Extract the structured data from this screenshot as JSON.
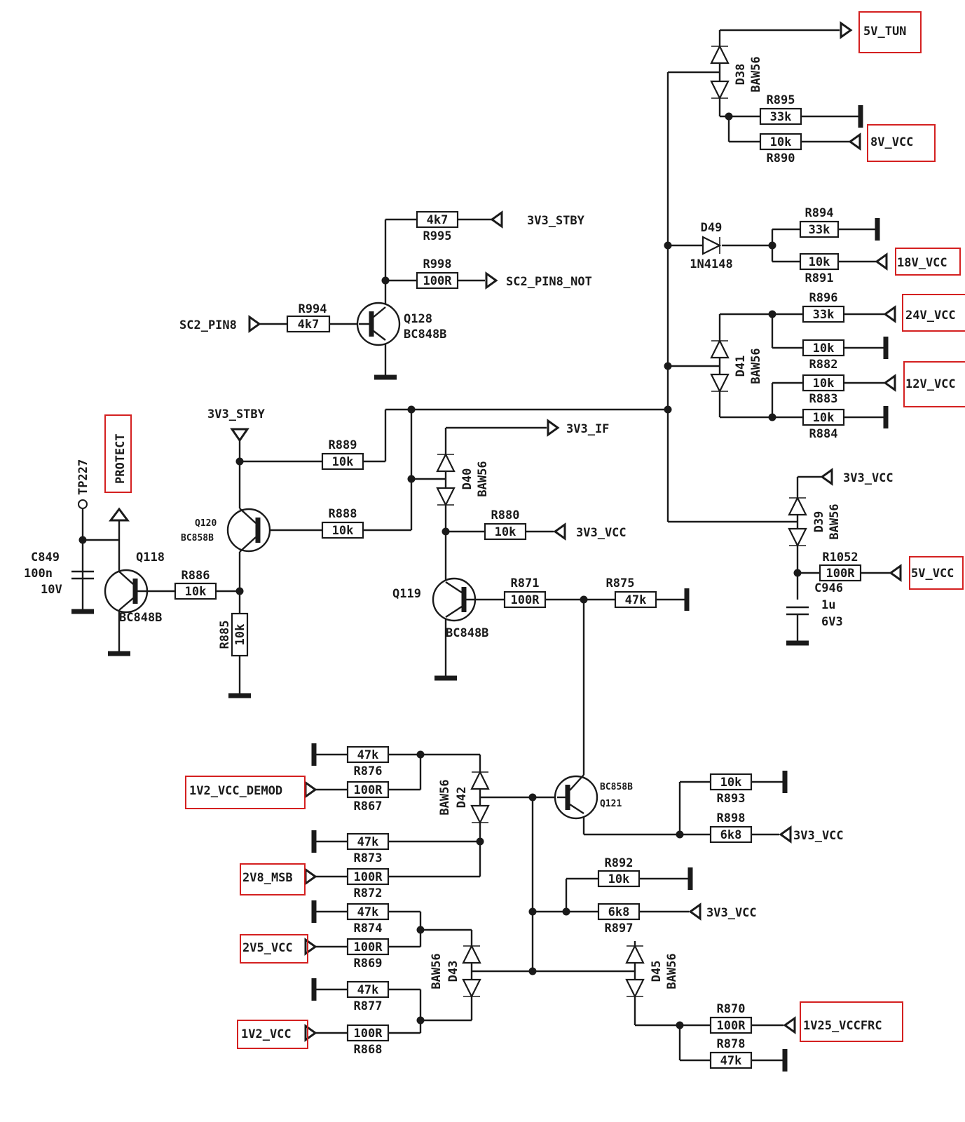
{
  "nets": {
    "5v_tun": "5V_TUN",
    "8v_vcc": "8V_VCC",
    "18v_vcc": "18V_VCC",
    "24v_vcc": "24V_VCC",
    "12v_vcc": "12V_VCC",
    "3v3_vcc": "3V3_VCC",
    "5v_vcc": "5V_VCC",
    "3v3_stby": "3V3_STBY",
    "sc2_pin8_not": "SC2_PIN8_NOT",
    "sc2_pin8": "SC2_PIN8",
    "3v3_if": "3V3_IF",
    "protect": "PROTECT",
    "tp227": "TP227",
    "1v2_vcc_demod": "1V2_VCC_DEMOD",
    "2v8_msb": "2V8_MSB",
    "2v5_vcc": "2V5_VCC",
    "1v2_vcc": "1V2_VCC",
    "1v25_vccfrc": "1V25_VCCFRC"
  },
  "resistors": {
    "r895": {
      "ref": "R895",
      "value": "33k"
    },
    "r890": {
      "ref": "R890",
      "value": "10k"
    },
    "r894": {
      "ref": "R894",
      "value": "33k"
    },
    "r891": {
      "ref": "R891",
      "value": "10k"
    },
    "r896": {
      "ref": "R896",
      "value": "33k"
    },
    "r882": {
      "ref": "R882",
      "value": "10k"
    },
    "r883": {
      "ref": "R883",
      "value": "10k"
    },
    "r884": {
      "ref": "R884",
      "value": "10k"
    },
    "r995": {
      "ref": "R995",
      "value": "4k7"
    },
    "r998": {
      "ref": "R998",
      "value": "100R"
    },
    "r994": {
      "ref": "R994",
      "value": "4k7"
    },
    "r889": {
      "ref": "R889",
      "value": "10k"
    },
    "r888": {
      "ref": "R888",
      "value": "10k"
    },
    "r880": {
      "ref": "R880",
      "value": "10k"
    },
    "r886": {
      "ref": "R886",
      "value": "10k"
    },
    "r885": {
      "ref": "R885",
      "value": "10k"
    },
    "r871": {
      "ref": "R871",
      "value": "100R"
    },
    "r875": {
      "ref": "R875",
      "value": "47k"
    },
    "r1052": {
      "ref": "R1052",
      "value": "100R"
    },
    "r876": {
      "ref": "R876",
      "value": "47k"
    },
    "r867": {
      "ref": "R867",
      "value": "100R"
    },
    "r873": {
      "ref": "R873",
      "value": "47k"
    },
    "r872": {
      "ref": "R872",
      "value": "100R"
    },
    "r874": {
      "ref": "R874",
      "value": "47k"
    },
    "r869": {
      "ref": "R869",
      "value": "100R"
    },
    "r877": {
      "ref": "R877",
      "value": "47k"
    },
    "r868": {
      "ref": "R868",
      "value": "100R"
    },
    "r893": {
      "ref": "R893",
      "value": "10k"
    },
    "r898": {
      "ref": "R898",
      "value": "6k8"
    },
    "r892": {
      "ref": "R892",
      "value": "10k"
    },
    "r897": {
      "ref": "R897",
      "value": "6k8"
    },
    "r870": {
      "ref": "R870",
      "value": "100R"
    },
    "r878": {
      "ref": "R878",
      "value": "47k"
    }
  },
  "diodes": {
    "d38": {
      "ref": "D38",
      "part": "BAW56"
    },
    "d49": {
      "ref": "D49",
      "part": "1N4148"
    },
    "d41": {
      "ref": "D41",
      "part": "BAW56"
    },
    "d40": {
      "ref": "D40",
      "part": "BAW56"
    },
    "d39": {
      "ref": "D39",
      "part": "BAW56"
    },
    "d42": {
      "ref": "D42",
      "part": "BAW56"
    },
    "d43": {
      "ref": "D43",
      "part": "BAW56"
    },
    "d45": {
      "ref": "D45",
      "part": "BAW56"
    }
  },
  "transistors": {
    "q128": {
      "ref": "Q128",
      "part": "BC848B"
    },
    "q120": {
      "ref": "Q120",
      "part": "BC858B"
    },
    "q118": {
      "ref": "Q118",
      "part": "BC848B"
    },
    "q119": {
      "ref": "Q119",
      "part": "BC848B"
    },
    "q121": {
      "ref": "Q121",
      "part": "BC858B"
    }
  },
  "capacitors": {
    "c849": {
      "ref": "C849",
      "value": "100n",
      "voltage": "10V"
    },
    "c946": {
      "ref": "C946",
      "value": "1u",
      "voltage": "6V3"
    }
  },
  "highlight_color": "#d42020"
}
